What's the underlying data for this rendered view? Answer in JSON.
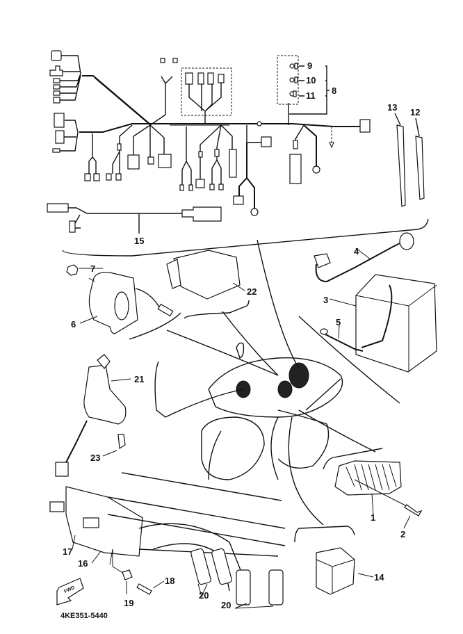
{
  "diagram": {
    "title_code": "4KE351-5440",
    "direction_arrow_label": "FWD",
    "callouts": [
      {
        "id": "1",
        "label": "1"
      },
      {
        "id": "2",
        "label": "2"
      },
      {
        "id": "3",
        "label": "3"
      },
      {
        "id": "4",
        "label": "4"
      },
      {
        "id": "5",
        "label": "5"
      },
      {
        "id": "6",
        "label": "6"
      },
      {
        "id": "7",
        "label": "7"
      },
      {
        "id": "8",
        "label": "8"
      },
      {
        "id": "9",
        "label": "9"
      },
      {
        "id": "10",
        "label": "10"
      },
      {
        "id": "11",
        "label": "11"
      },
      {
        "id": "12",
        "label": "12"
      },
      {
        "id": "13",
        "label": "13"
      },
      {
        "id": "14",
        "label": "14"
      },
      {
        "id": "15",
        "label": "15"
      },
      {
        "id": "16",
        "label": "16"
      },
      {
        "id": "17",
        "label": "17"
      },
      {
        "id": "18",
        "label": "18"
      },
      {
        "id": "19",
        "label": "19"
      },
      {
        "id": "20a",
        "label": "20"
      },
      {
        "id": "20b",
        "label": "20"
      },
      {
        "id": "21",
        "label": "21"
      },
      {
        "id": "22",
        "label": "22"
      },
      {
        "id": "23",
        "label": "23"
      }
    ]
  }
}
